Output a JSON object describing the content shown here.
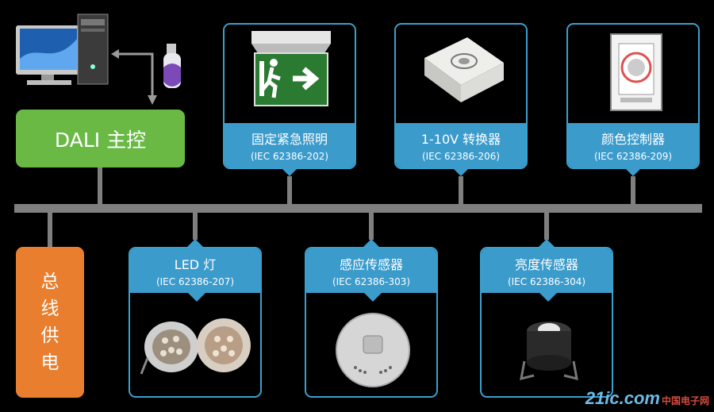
{
  "master": {
    "label": "DALI 主控"
  },
  "power": {
    "chars": [
      "总",
      "线",
      "供",
      "电"
    ]
  },
  "devices_top": [
    {
      "name": "固定紧急照明",
      "std": "(IEC 62386-202)",
      "icon": "exit-sign-icon"
    },
    {
      "name": "1-10V 转换器",
      "std": "(IEC 62386-206)",
      "icon": "dimmer-box-icon"
    },
    {
      "name": "颜色控制器",
      "std": "(IEC 62386-209)",
      "icon": "color-panel-icon"
    }
  ],
  "devices_bottom": [
    {
      "name": "LED 灯",
      "std": "(IEC 62386-207)",
      "icon": "led-lamp-icon"
    },
    {
      "name": "感应传感器",
      "std": "(IEC 62386-303)",
      "icon": "motion-sensor-icon"
    },
    {
      "name": "亮度传感器",
      "std": "(IEC 62386-304)",
      "icon": "light-sensor-icon"
    }
  ],
  "watermark": {
    "logo": "21ic.com",
    "site": "中国电子网"
  },
  "colors": {
    "bus": "#7f7f7f",
    "master": "#6ab945",
    "power": "#e97f2e",
    "device": "#3b9bcb"
  }
}
